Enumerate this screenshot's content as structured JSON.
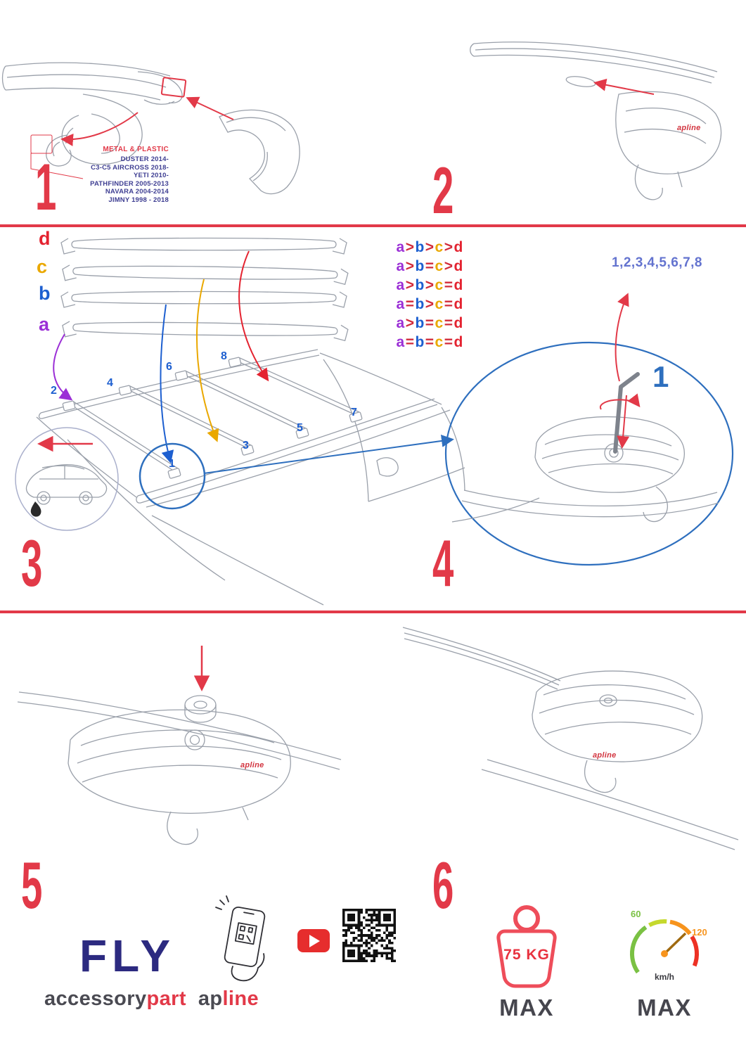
{
  "colors": {
    "step-red": "#e23948",
    "letter-a": "#9b2fd6",
    "letter-b": "#1d5fd0",
    "letter-c": "#eaa800",
    "letter-d": "#e42330",
    "operator": "#d22b3a",
    "position-blue": "#1d5fd0",
    "sequence-blue": "#6373cf",
    "circle-blue": "#2e6fbe",
    "navy": "#2c2a80",
    "brand-dark": "#4a4a52",
    "brand-red": "#e23948",
    "gauge-green": "#7ac143",
    "gauge-lime": "#c5d92d",
    "gauge-orange": "#f7941d",
    "gauge-red": "#ed3124"
  },
  "step1": {
    "number": "1",
    "material_label": "METAL & PLASTIC",
    "models": [
      "DUSTER 2014-",
      "C3-C5 AIRCROSS 2018-",
      "YETI 2010-",
      "PATHFINDER 2005-2013",
      "NAVARA 2004-2014",
      "JIMNY 1998 - 2018"
    ]
  },
  "step2": {
    "number": "2",
    "brand": "apline"
  },
  "step3": {
    "number": "3",
    "bar_labels": [
      "d",
      "c",
      "b",
      "a"
    ],
    "comparisons": [
      "a>b>c>d",
      "a>b=c>d",
      "a>b>c=d",
      "a=b>c=d",
      "a>b=c=d",
      "a=b=c=d"
    ],
    "sequence": "1,2,3,4,5,6,7,8",
    "positions": [
      "1",
      "2",
      "3",
      "4",
      "5",
      "6",
      "7",
      "8"
    ]
  },
  "step4": {
    "number": "4",
    "callout": "1"
  },
  "step5": {
    "number": "5",
    "brand": "apline"
  },
  "step6": {
    "number": "6",
    "brand": "apline"
  },
  "footer": {
    "product": "FLY",
    "brand_accessory": "accessory",
    "brand_part": "part",
    "brand_ap": "ap",
    "brand_line": "line",
    "weight_value": "75 KG",
    "weight_max": "MAX",
    "speed_low": "60",
    "speed_high": "120",
    "speed_unit": "km/h",
    "speed_max": "MAX"
  }
}
